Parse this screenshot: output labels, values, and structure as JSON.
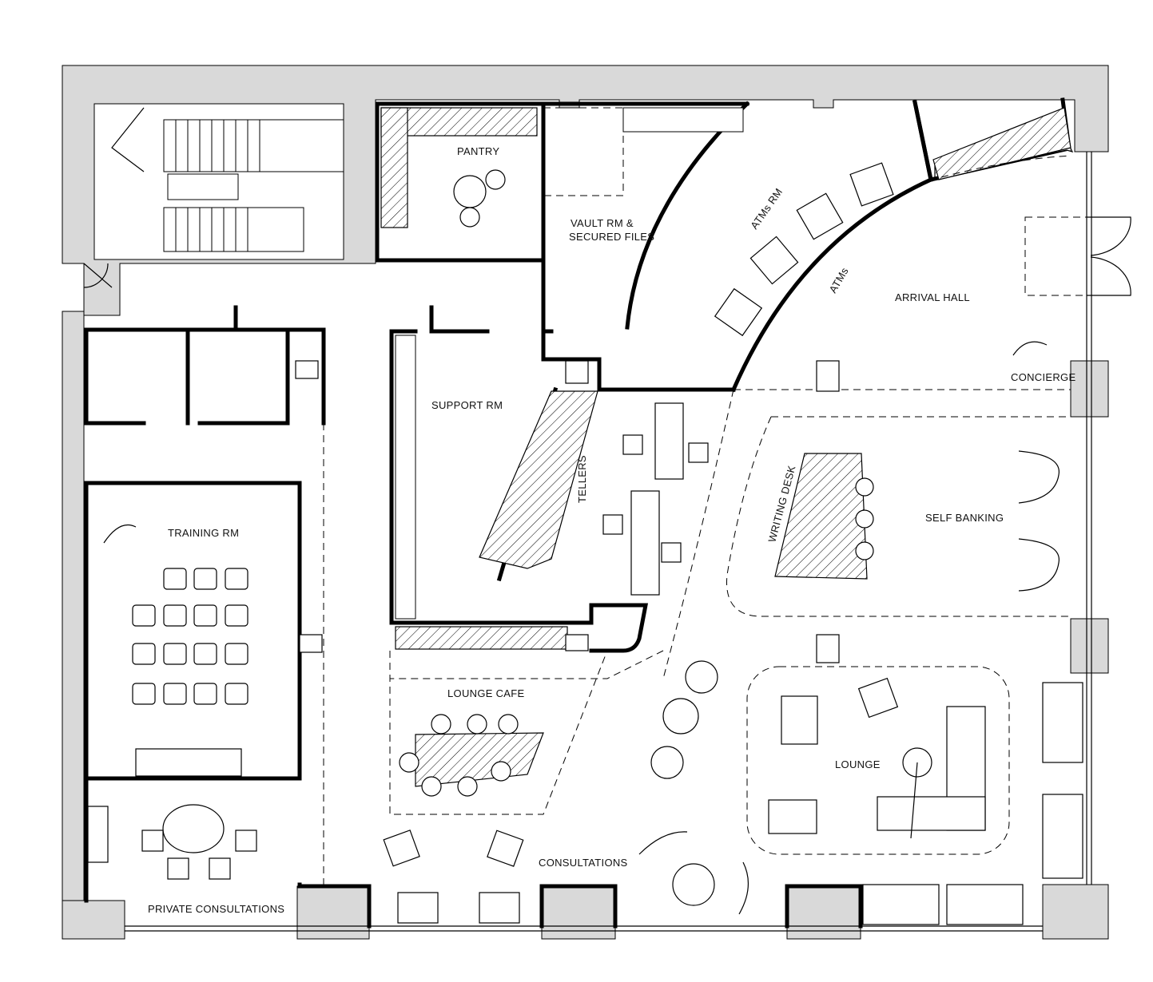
{
  "plan": {
    "rooms": {
      "pantry": "PANTRY",
      "vault_line1": "VAULT RM &",
      "vault_line2": "SECURED FILES",
      "atms_rm": "ATMs RM",
      "atms": "ATMs",
      "arrival_hall": "ARRIVAL HALL",
      "concierge": "CONCIERGE",
      "support_rm": "SUPPORT RM",
      "tellers": "TELLERS",
      "writing_desk": "WRITING DESK",
      "self_banking": "SELF BANKING",
      "training_rm": "TRAINING RM",
      "lounge_cafe": "LOUNGE CAFE",
      "lounge": "LOUNGE",
      "consultations": "CONSULTATIONS",
      "private_consultations": "PRIVATE CONSULTATIONS"
    }
  }
}
